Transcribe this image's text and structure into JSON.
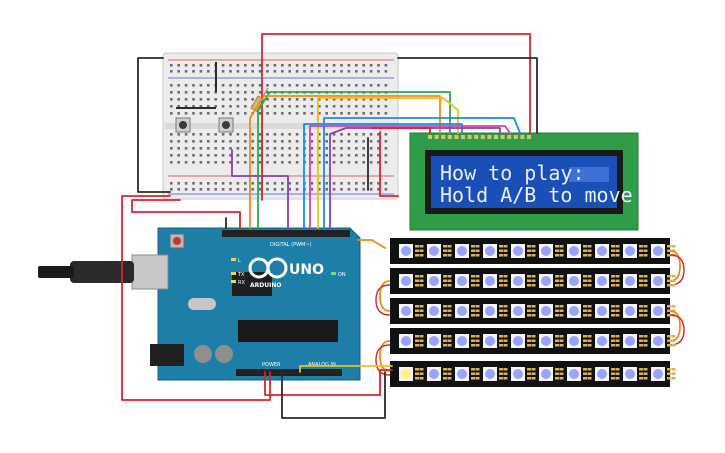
{
  "lcd": {
    "line1": "How to play:",
    "line2": "Hold A/B to move"
  },
  "arduino": {
    "model_label": "UNO",
    "brand_label": "ARDUINO",
    "digital_label": "DIGITAL (PWM~)",
    "power_label": "POWER",
    "analog_label": "ANALOG IN",
    "on_label": "ON",
    "tx_label": "TX",
    "rx_label": "RX",
    "l_label": "L"
  },
  "colors": {
    "board_teal": "#1d7fa7",
    "lcd_green": "#2f9c4a",
    "lcd_screen": "#1b4fb8",
    "wire_red": "#d6262b",
    "wire_black": "#2a2a2a",
    "wire_orange": "#f08a1b",
    "wire_yellow": "#e8c21a",
    "wire_green": "#2da84a",
    "wire_blue": "#1f8be0",
    "wire_purple": "#8a3fb3",
    "wire_pink": "#d93fa6",
    "led_glow": "#9aa4ff",
    "led_active": "#fff37a"
  },
  "neopixel_matrix": {
    "rows": 5,
    "cols": 10,
    "active_led": {
      "row": 4,
      "col": 0
    }
  }
}
